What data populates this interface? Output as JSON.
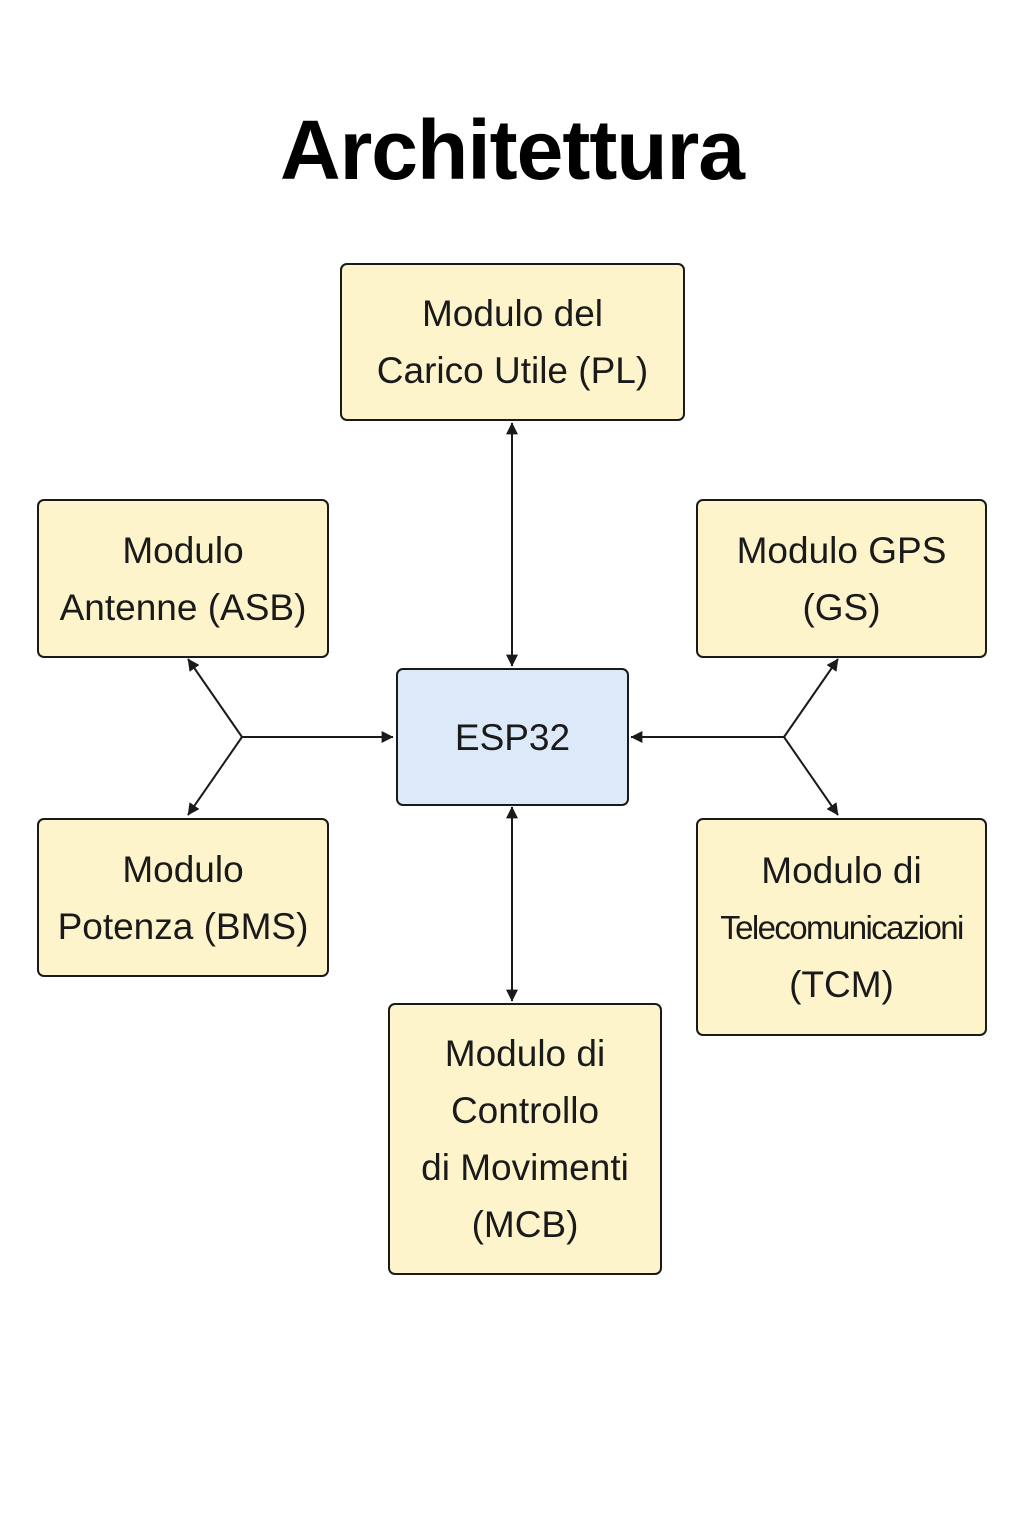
{
  "title": "Architettura",
  "colors": {
    "module_fill": "#fdf4cc",
    "core_fill": "#dce9f8",
    "stroke": "#1a1a1a"
  },
  "nodes": {
    "core": {
      "lines": [
        "ESP32"
      ]
    },
    "payload": {
      "lines": [
        "Modulo del",
        "Carico Utile (PL)"
      ]
    },
    "antenna": {
      "lines": [
        "Modulo",
        "Antenne (ASB)"
      ]
    },
    "power": {
      "lines": [
        "Modulo",
        "Potenza (BMS)"
      ]
    },
    "gps": {
      "lines": [
        "Modulo GPS",
        "(GS)"
      ]
    },
    "telecom": {
      "lines": [
        "Modulo di",
        "Telecomunicazioni",
        "(TCM)"
      ]
    },
    "motion": {
      "lines": [
        "Modulo di",
        "Controllo",
        "di Movimenti",
        "(MCB)"
      ]
    }
  },
  "links": [
    {
      "from": "core",
      "to": "payload",
      "direction": "bidirectional"
    },
    {
      "from": "core",
      "to": "motion",
      "direction": "bidirectional"
    },
    {
      "from": "antenna_power_junction",
      "to": "core",
      "direction": "to-core"
    },
    {
      "from": "antenna_power_junction",
      "to": "antenna",
      "direction": "to-module"
    },
    {
      "from": "antenna_power_junction",
      "to": "power",
      "direction": "to-module"
    },
    {
      "from": "gps_telecom_junction",
      "to": "core",
      "direction": "to-core"
    },
    {
      "from": "gps_telecom_junction",
      "to": "gps",
      "direction": "to-module"
    },
    {
      "from": "gps_telecom_junction",
      "to": "telecom",
      "direction": "to-module"
    }
  ]
}
